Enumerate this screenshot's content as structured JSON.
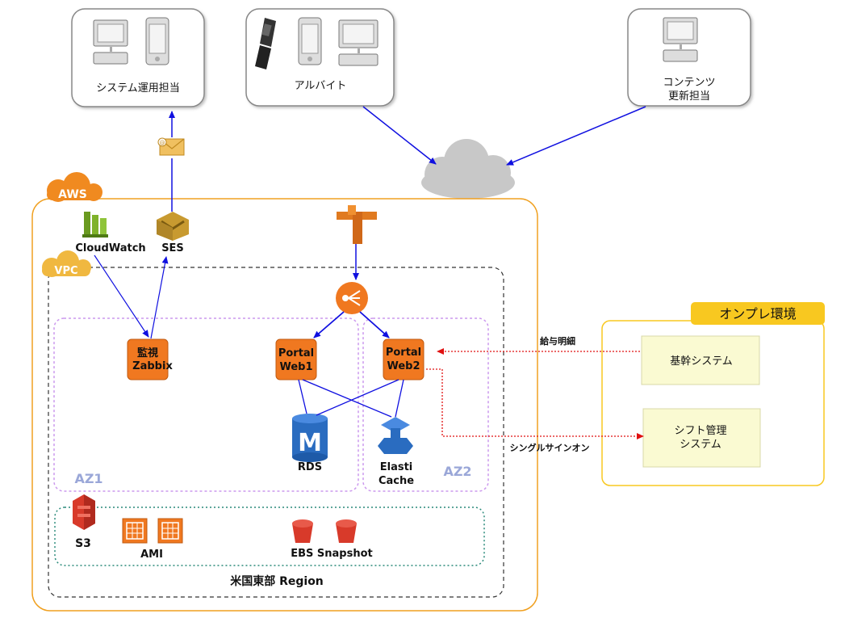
{
  "users": {
    "ops": "システム運用担当",
    "parttime": "アルバイト",
    "content_line1": "コンテンツ",
    "content_line2": "更新担当"
  },
  "aws": {
    "badge": "AWS",
    "vpc_badge": "VPC",
    "cloudwatch": "CloudWatch",
    "ses": "SES",
    "zabbix_line1": "監視",
    "zabbix_line2": "Zabbix",
    "web1_line1": "Portal",
    "web1_line2": "Web1",
    "web2_line1": "Portal",
    "web2_line2": "Web2",
    "rds": "RDS",
    "cache_line1": "Elasti",
    "cache_line2": "Cache",
    "az1": "AZ1",
    "az2": "AZ2",
    "s3": "S3",
    "ami": "AMI",
    "ebs": "EBS Snapshot",
    "region": "米国東部 Region"
  },
  "onprem": {
    "title": "オンプレ環境",
    "core": "基幹システム",
    "shift_line1": "シフト管理",
    "shift_line2": "システム",
    "payslip": "給与明細",
    "sso": "シングルサインオン"
  },
  "colors": {
    "aws_orange": "#f0a020",
    "service_orange": "#f07820",
    "flow_blue": "#1010e0",
    "link_red": "#e01010",
    "onprem_yellow": "#f8c820",
    "onprem_box": "#fafad2",
    "az_purple": "#cc99ee",
    "storage_teal": "#2a8a7a"
  }
}
